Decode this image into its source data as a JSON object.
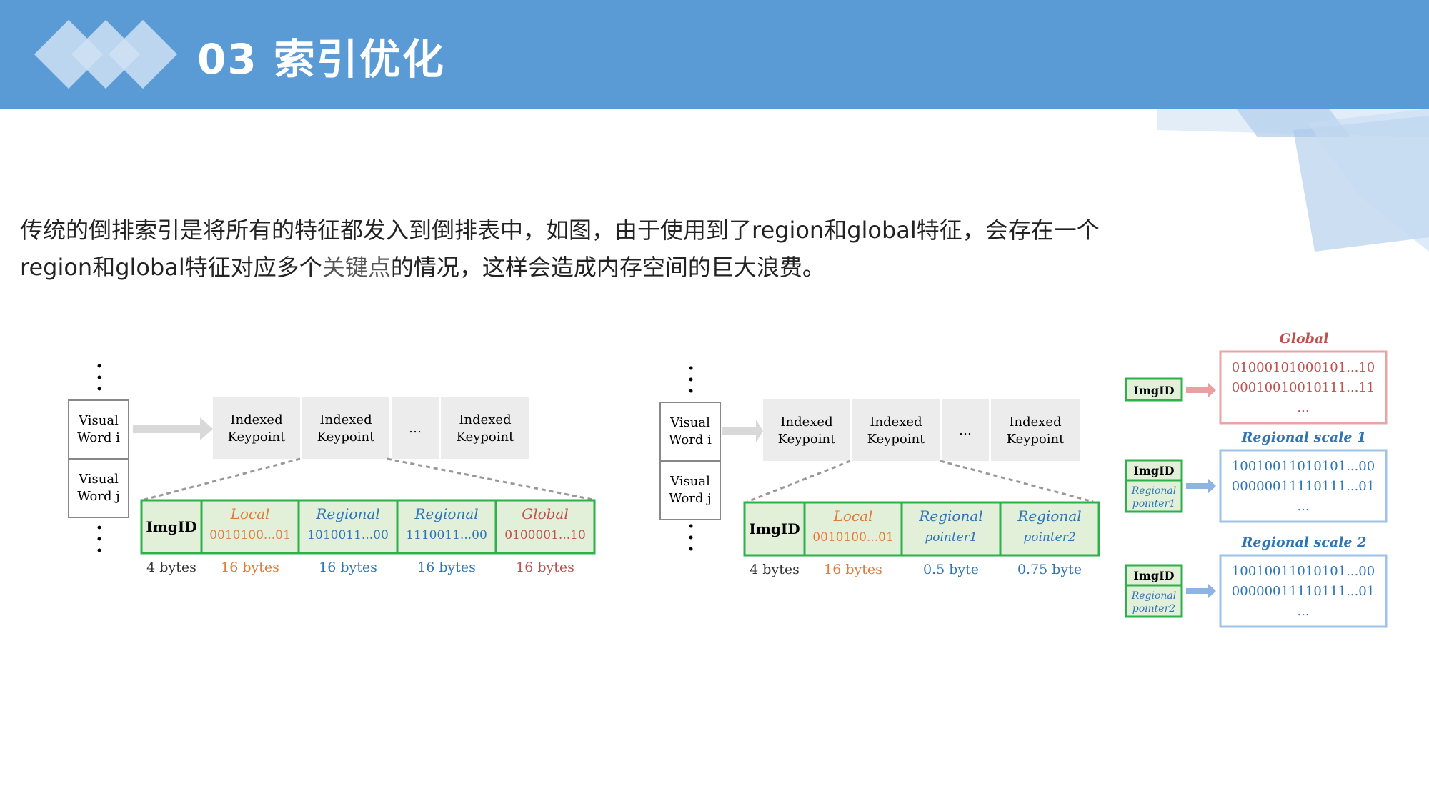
{
  "header": {
    "title": "03 索引优化"
  },
  "description": {
    "line1": "传统的倒排索引是将所有的特征都发入到倒排表中，如图，由于使用到了region和global特征，会存在一个",
    "line2_pre": "region和global特征对应多个",
    "line2_kw": "关键点",
    "line2_post": "的情况，这样会造成内存空间的巨大浪费。"
  },
  "diagram_left": {
    "dots": "⋮",
    "visual_word_i": [
      "Visual",
      "Word i"
    ],
    "visual_word_j": [
      "Visual",
      "Word j"
    ],
    "keypoints": [
      [
        "Indexed",
        "Keypoint"
      ],
      [
        "Indexed",
        "Keypoint"
      ],
      [
        "…",
        ""
      ],
      [
        "Indexed",
        "Keypoint"
      ]
    ],
    "fields": [
      {
        "name": "ImgID",
        "value": "",
        "size": "4 bytes",
        "color": "#000000"
      },
      {
        "name": "Local",
        "value": "0010100...01",
        "size": "16 bytes",
        "color": "#e07b39"
      },
      {
        "name": "Regional",
        "value": "1010011...00",
        "size": "16 bytes",
        "color": "#2e75b6"
      },
      {
        "name": "Regional",
        "value": "1110011...00",
        "size": "16 bytes",
        "color": "#2e75b6"
      },
      {
        "name": "Global",
        "value": "0100001...10",
        "size": "16 bytes",
        "color": "#c0504d"
      }
    ]
  },
  "diagram_mid": {
    "visual_word_i": [
      "Visual",
      "Word i"
    ],
    "visual_word_j": [
      "Visual",
      "Word j"
    ],
    "keypoints": [
      [
        "Indexed",
        "Keypoint"
      ],
      [
        "Indexed",
        "Keypoint"
      ],
      [
        "…",
        ""
      ],
      [
        "Indexed",
        "Keypoint"
      ]
    ],
    "fields": [
      {
        "name": "ImgID",
        "value": "",
        "size": "4 bytes",
        "color": "#000000"
      },
      {
        "name": "Local",
        "value": "0010100...01",
        "size": "16 bytes",
        "color": "#e07b39"
      },
      {
        "name": "Regional",
        "value": "pointer1",
        "size": "0.5 byte",
        "color": "#2e75b6"
      },
      {
        "name": "Regional",
        "value": "pointer2",
        "size": "0.75 byte",
        "color": "#2e75b6"
      }
    ]
  },
  "diagram_right": {
    "blocks": [
      {
        "label": "Global",
        "left": [
          "ImgID"
        ],
        "lines": [
          "01000101000101...10",
          "00010010010111...11",
          "..."
        ],
        "color": "#c0504d",
        "border": "#e6a6a6",
        "arrow": "#e8a0a0"
      },
      {
        "label": "Regional scale 1",
        "left": [
          "ImgID",
          "Regional pointer1"
        ],
        "lines": [
          "10010011010101...00",
          "00000011110111...01",
          "..."
        ],
        "color": "#2e75b6",
        "border": "#9dc3e6",
        "arrow": "#8db4e2"
      },
      {
        "label": "Regional scale 2",
        "left": [
          "ImgID",
          "Regional pointer2"
        ],
        "lines": [
          "10010011010101...00",
          "00000011110111...01",
          "..."
        ],
        "color": "#2e75b6",
        "border": "#9dc3e6",
        "arrow": "#8db4e2"
      }
    ]
  },
  "colors": {
    "header": "#5b9bd5",
    "green": "#2eb04a",
    "green_fill": "#e2f0d9",
    "gray_box": "#ececec"
  }
}
